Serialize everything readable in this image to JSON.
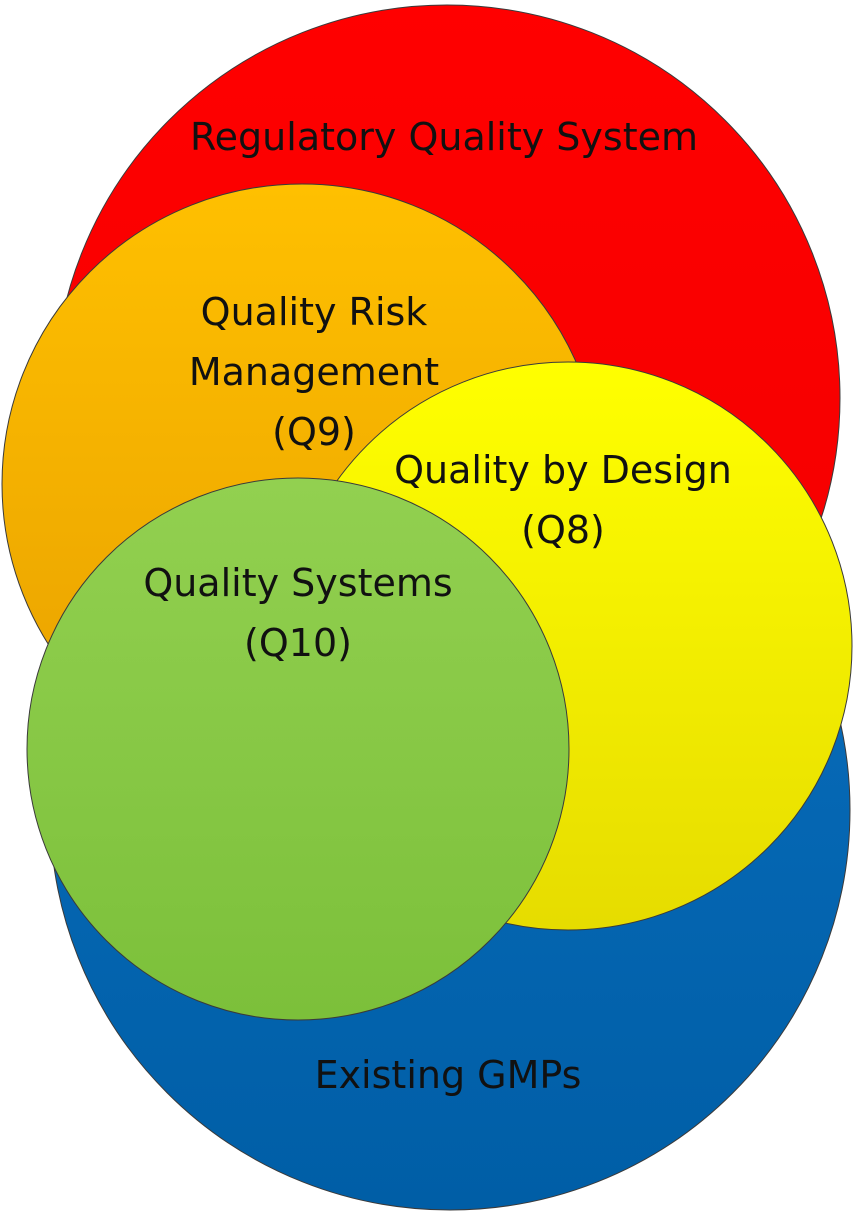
{
  "diagram": {
    "circles": [
      {
        "id": "existing-gmps",
        "lines": [
          "Existing GMPs"
        ],
        "color_top": "#0a6fbf",
        "color_bottom": "#005ea6"
      },
      {
        "id": "regulatory-quality-system",
        "lines": [
          "Regulatory Quality System"
        ],
        "color_top": "#ff0000",
        "color_bottom": "#f20000"
      },
      {
        "id": "quality-risk-management",
        "lines": [
          "Quality Risk",
          "Management",
          "(Q9)"
        ],
        "color_top": "#ffc000",
        "color_bottom": "#e8a000"
      },
      {
        "id": "quality-by-design",
        "lines": [
          "Quality by Design",
          "(Q8)"
        ],
        "color_top": "#ffff00",
        "color_bottom": "#e6dc00"
      },
      {
        "id": "quality-systems",
        "lines": [
          "Quality Systems",
          "(Q10)"
        ],
        "color_top": "#92d050",
        "color_bottom": "#7cc03a"
      }
    ]
  }
}
